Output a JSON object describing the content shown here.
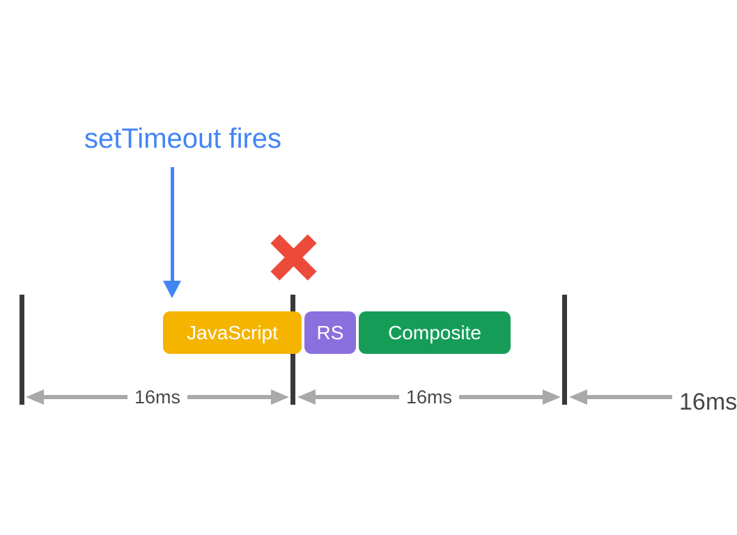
{
  "annotation": {
    "text": "setTimeout fires",
    "color": "#4285F4"
  },
  "icons": {
    "missed_frame_color": "#EC4B3C"
  },
  "timeline": {
    "frame_boundary_color": "#38393B",
    "tasks": [
      {
        "label": "JavaScript",
        "color": "#F4B400",
        "text_color": "#FFFFFF"
      },
      {
        "label": "RS",
        "color": "#8A70DE",
        "text_color": "#FFFFFF"
      },
      {
        "label": "Composite",
        "color": "#159D58",
        "text_color": "#FFFFFF"
      }
    ],
    "intervals": [
      {
        "label": "16ms"
      },
      {
        "label": "16ms"
      },
      {
        "label": "16ms"
      }
    ],
    "arrow_color": "#A9A9A9",
    "label_color": "#484848"
  }
}
